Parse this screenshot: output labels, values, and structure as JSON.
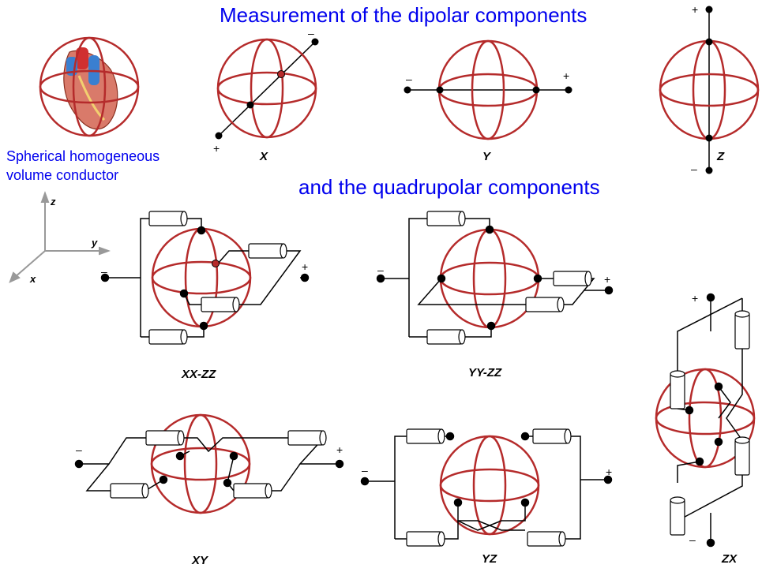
{
  "titles": {
    "dipolar": "Measurement of the dipolar components",
    "quadrupolar": "and the quadrupolar components"
  },
  "conductor_note": {
    "line1": "Spherical homogeneous",
    "line2": "volume conductor"
  },
  "axes": {
    "z": "z",
    "y": "y",
    "x": "x"
  },
  "components": {
    "X": "X",
    "Y": "Y",
    "Z": "Z",
    "XXZZ": "XX-ZZ",
    "YYZZ": "YY-ZZ",
    "XY": "XY",
    "YZ": "YZ",
    "ZX": "ZX"
  },
  "signs": {
    "plus": "+",
    "minus": "–"
  },
  "colors": {
    "sphere": "#b52b2b",
    "title": "#0000ee",
    "wire": "#000000"
  },
  "icons": [
    "heart-illustration"
  ]
}
